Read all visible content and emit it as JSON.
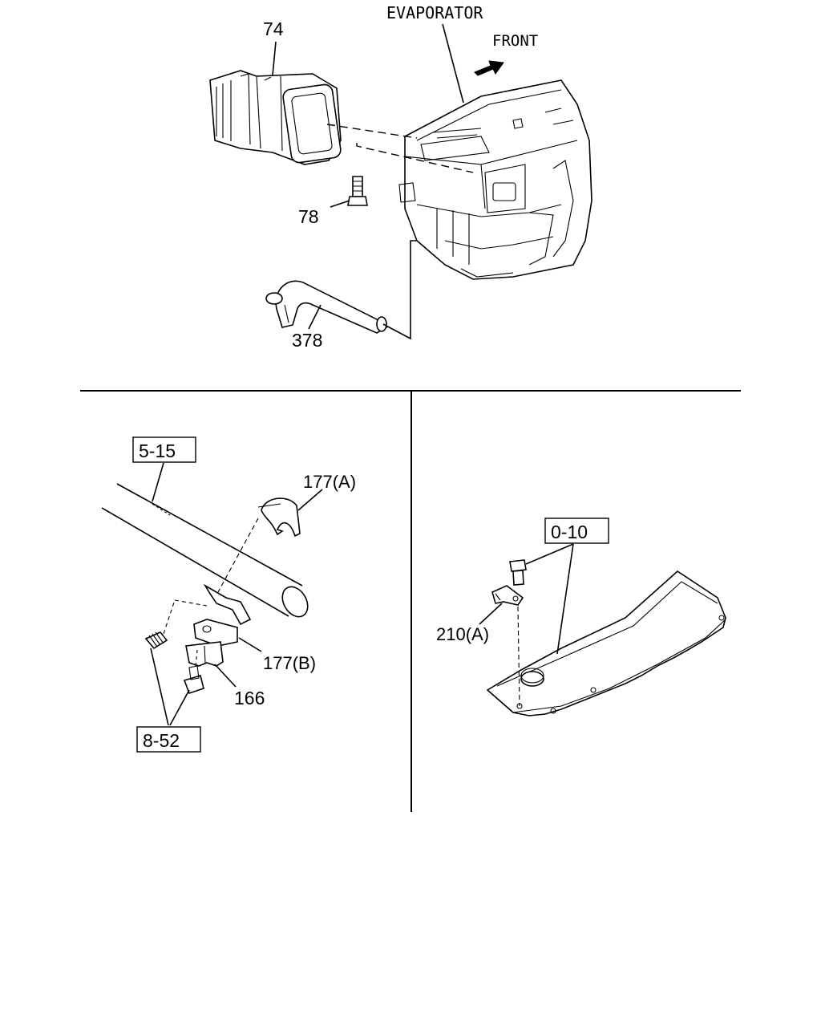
{
  "diagram": {
    "labels": {
      "evaporator": "EVAPORATOR",
      "front": "FRONT",
      "p74": "74",
      "p78": "78",
      "p378": "378",
      "ref_5_15": "5-15",
      "p177a": "177(A)",
      "p177b": "177(B)",
      "p166": "166",
      "ref_8_52": "8-52",
      "ref_0_10": "0-10",
      "p210a": "210(A)"
    },
    "icons": {
      "front_arrow": "arrow-icon"
    }
  }
}
